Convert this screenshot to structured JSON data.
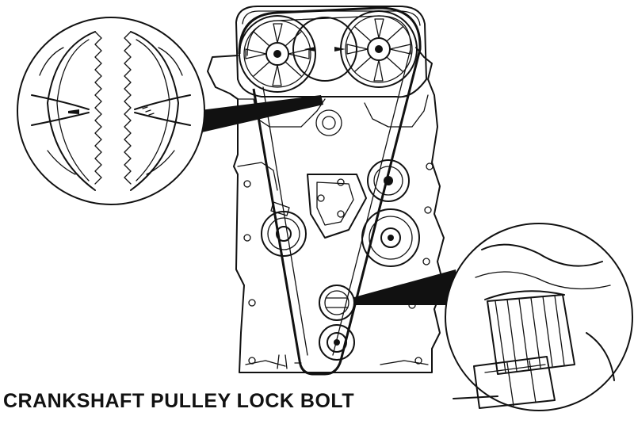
{
  "figure": {
    "label": "CRANKSHAFT PULLEY LOCK BOLT",
    "colors": {
      "ink": "#111111",
      "paper": "#ffffff"
    },
    "components": [
      "camshaft-sprocket-left",
      "camshaft-sprocket-right",
      "timing-belt",
      "tensioner-pulley",
      "idler-pulley",
      "water-pump-pulley",
      "oil-pump",
      "crankshaft-sprocket",
      "crankshaft-pulley-lock-bolt"
    ],
    "details": [
      "timing-mark-detail-circle",
      "crankshaft-bolt-detail-circle"
    ]
  }
}
